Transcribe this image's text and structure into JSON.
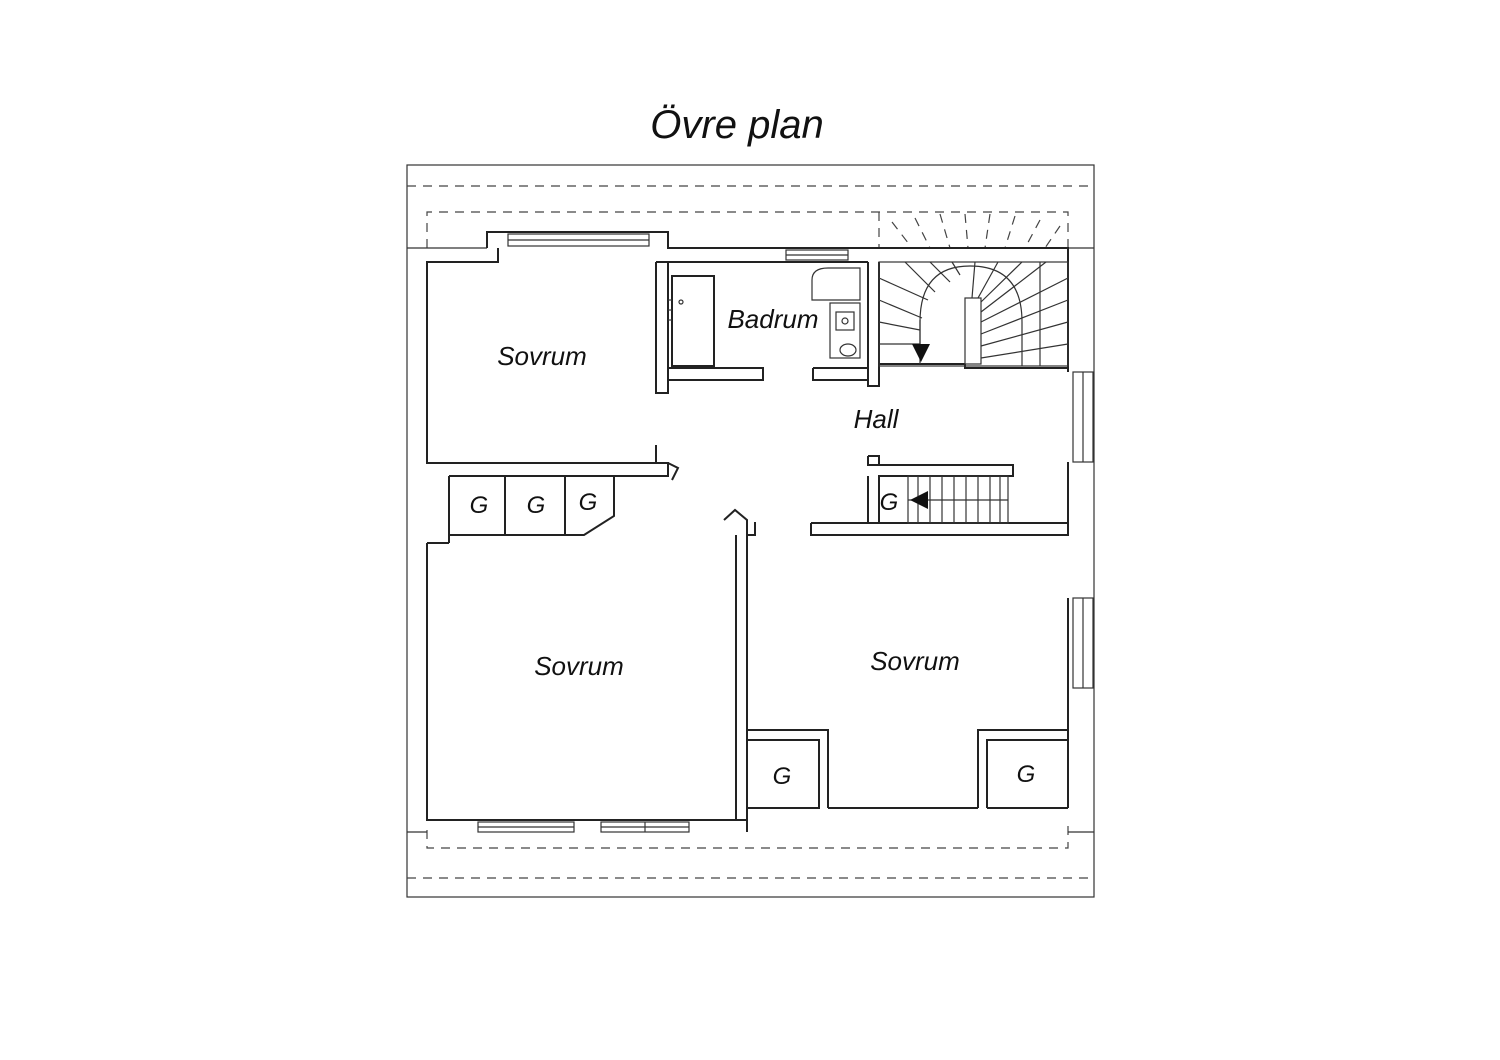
{
  "title": "Övre plan",
  "rooms": {
    "bedroom_top_left": "Sovrum",
    "bathroom": "Badrum",
    "hall": "Hall",
    "bedroom_bottom_left": "Sovrum",
    "bedroom_bottom_right": "Sovrum"
  },
  "closets": [
    "G",
    "G",
    "G",
    "G",
    "G",
    "G"
  ],
  "colors": {
    "line": "#222222",
    "background": "#ffffff"
  }
}
